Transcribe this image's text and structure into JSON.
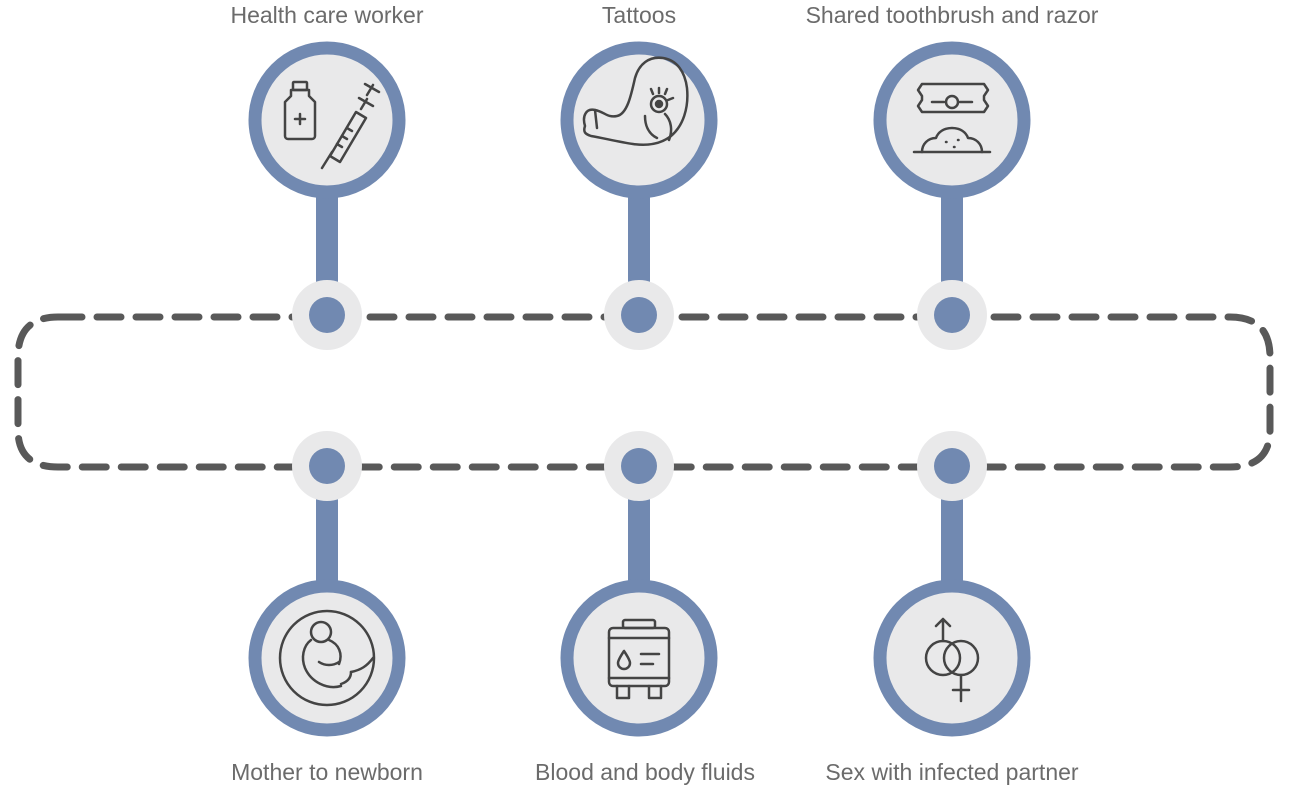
{
  "colors": {
    "ring": "#7189b1",
    "disc": "#e9e9ea",
    "icon_stroke": "#444444",
    "dash": "#595959",
    "text": "#6b6b6b"
  },
  "top_items": [
    {
      "label": "Health care worker",
      "icon": "vial-syringe-icon"
    },
    {
      "label": "Tattoos",
      "icon": "tattooed-arm-icon"
    },
    {
      "label": "Shared toothbrush and razor",
      "icon": "razor-blade-icon"
    }
  ],
  "bottom_items": [
    {
      "label": "Mother to newborn",
      "icon": "fetus-icon"
    },
    {
      "label": "Blood and body fluids",
      "icon": "blood-bag-icon"
    },
    {
      "label": "Sex with infected partner",
      "icon": "gender-symbols-icon"
    }
  ]
}
